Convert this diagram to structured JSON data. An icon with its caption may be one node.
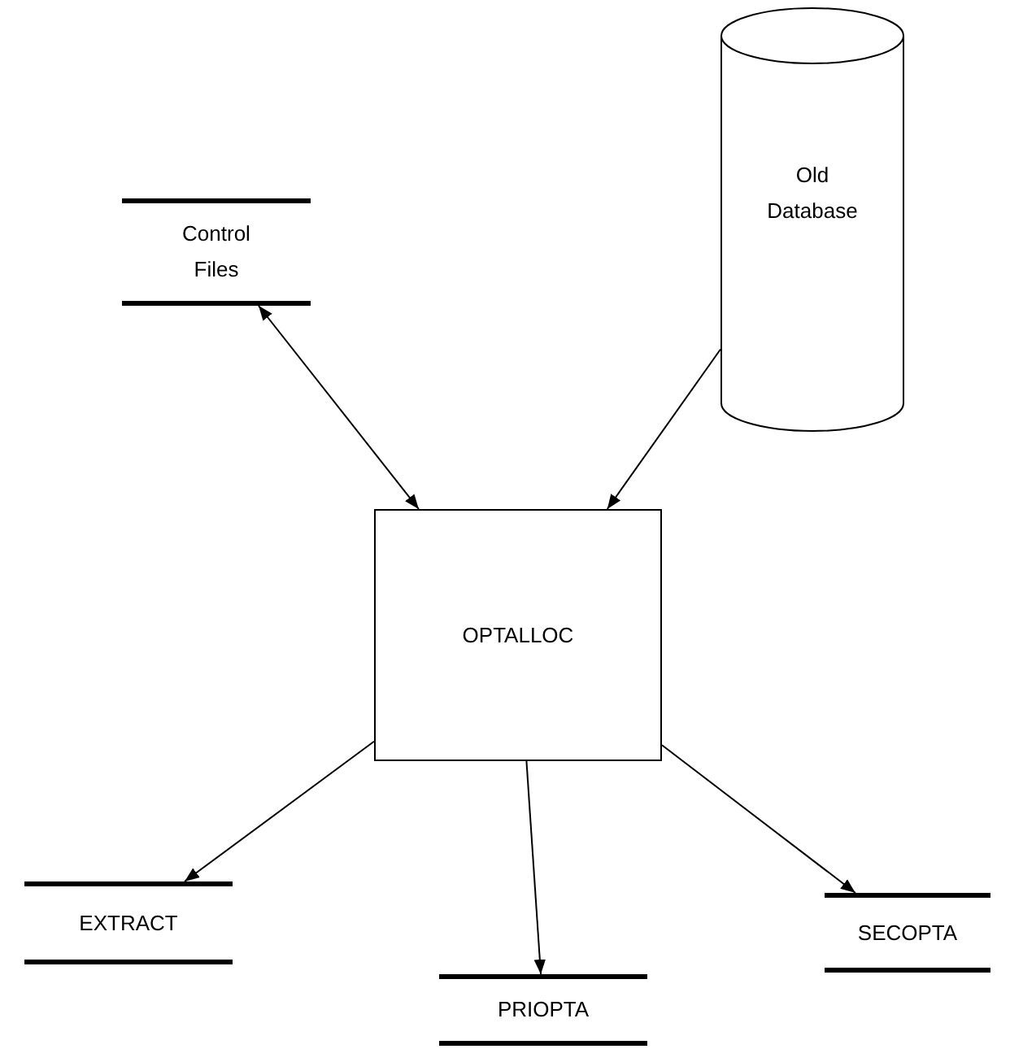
{
  "diagram": {
    "nodes": [
      {
        "text": [
          "Control Files"
        ]
      },
      {
        "text": [
          "Old Database"
        ]
      },
      {
        "text": [
          "OPTALLOC"
        ]
      },
      {
        "text": [
          "EXTRACT"
        ]
      },
      {
        "text": [
          "PRIOPTA"
        ]
      },
      {
        "text": [
          "SECOPTA"
        ]
      }
    ],
    "edges": [
      {
        "from": 0,
        "to": 2,
        "arrow": "both"
      },
      {
        "from": 1,
        "to": 2,
        "arrow": "to"
      },
      {
        "from": 2,
        "to": 3,
        "arrow": "to"
      },
      {
        "from": 2,
        "to": 4,
        "arrow": "to"
      },
      {
        "from": 2,
        "to": 5,
        "arrow": "to"
      }
    ]
  }
}
